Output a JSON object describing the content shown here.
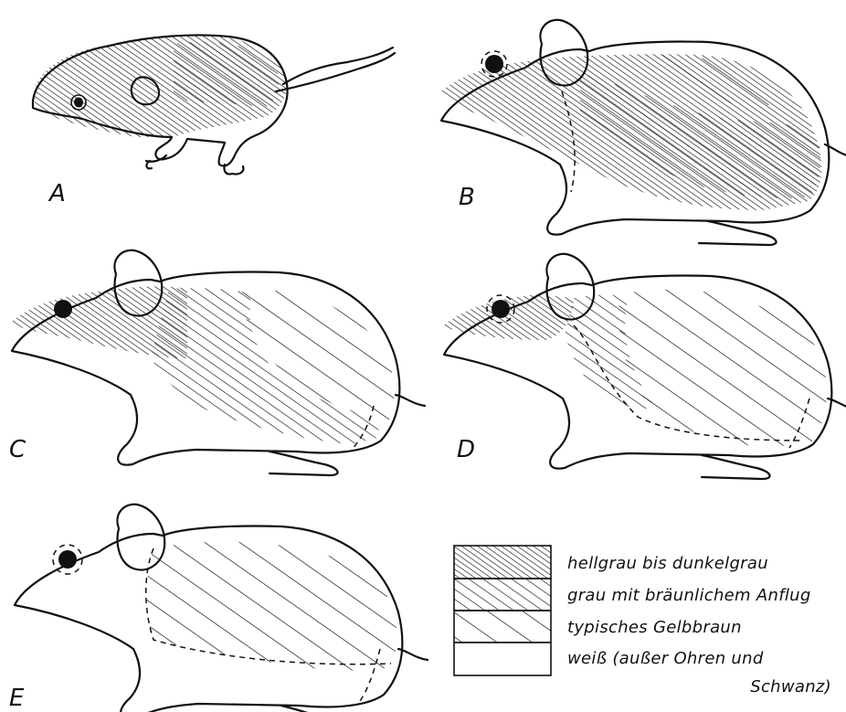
{
  "panels": [
    {
      "letter": "A"
    },
    {
      "letter": "B"
    },
    {
      "letter": "C"
    },
    {
      "letter": "D"
    },
    {
      "letter": "E"
    }
  ],
  "legend": [
    {
      "pattern": "dense-hatch",
      "text": "hellgrau bis dunkelgrau"
    },
    {
      "pattern": "medium-hatch",
      "text": "grau mit bräunlichem Anflug"
    },
    {
      "pattern": "wide-hatch",
      "text": "typisches Gelbbraun"
    },
    {
      "pattern": "none",
      "text_line1": "weiß (außer Ohren und",
      "text_line2": "Schwanz)"
    }
  ]
}
